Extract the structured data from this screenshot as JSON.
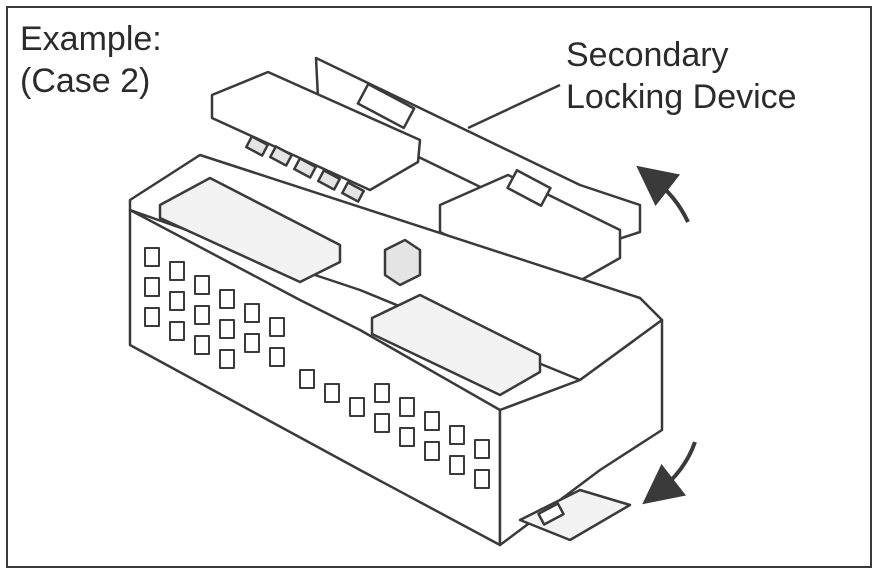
{
  "labels": {
    "example": "Example:",
    "case": "(Case 2)",
    "secondary_line1": "Secondary",
    "secondary_line2": "Locking Device"
  },
  "colors": {
    "stroke": "#3a3a3a",
    "fill": "#ffffff",
    "shade": "#e4e4e4"
  }
}
